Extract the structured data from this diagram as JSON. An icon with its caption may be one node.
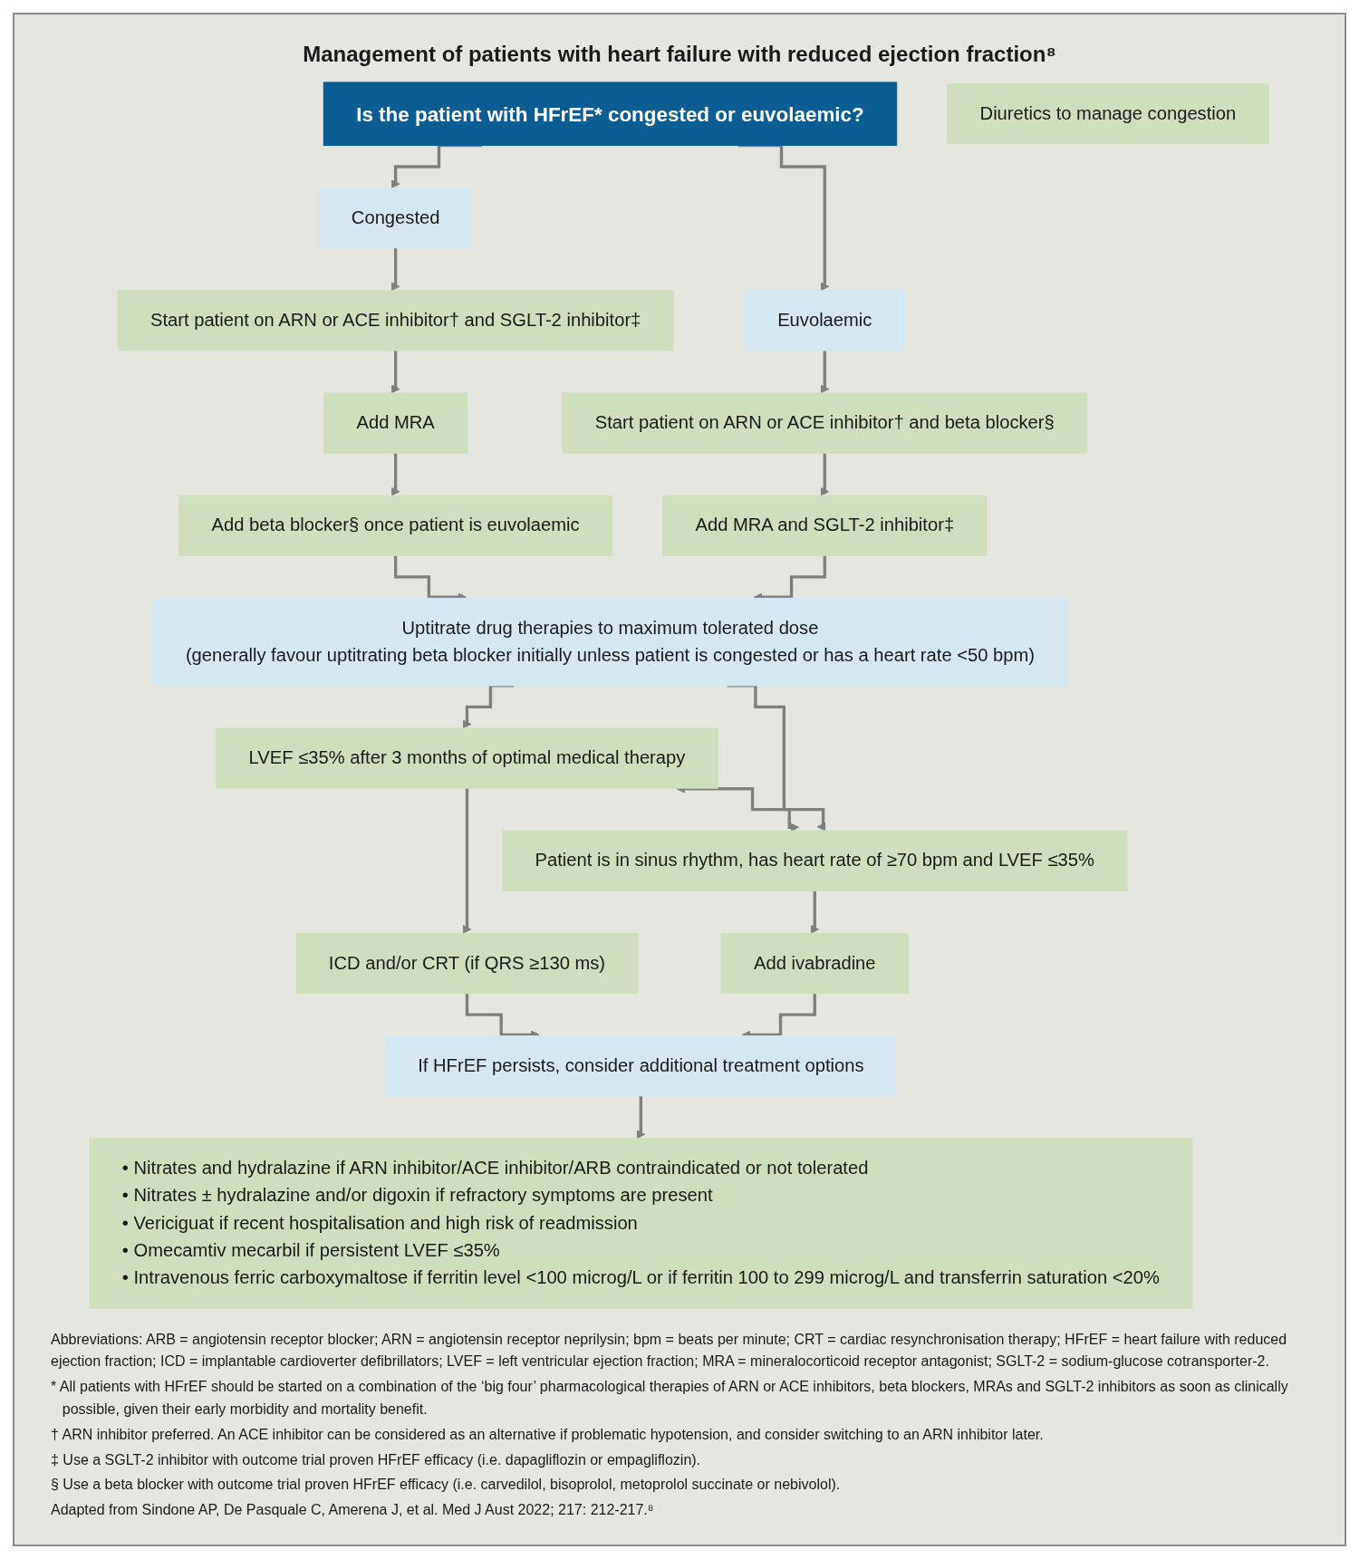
{
  "diagram": {
    "title": "Management of patients with heart failure with reduced ejection fraction⁸",
    "nodes": [
      {
        "text": [
          "Is the patient with HFrEF* congested or euvolaemic?"
        ]
      },
      {
        "text": [
          "Congested"
        ]
      },
      {
        "text": [
          "Euvolaemic"
        ]
      },
      {
        "text": [
          "Start patient on ARN or ACE inhibitor† and SGLT-2 inhibitor‡"
        ]
      },
      {
        "text": [
          "Start patient on ARN or ACE inhibitor† and beta blocker§"
        ]
      },
      {
        "text": [
          "Add MRA"
        ]
      },
      {
        "text": [
          "Add MRA and SGLT-2 inhibitor‡"
        ]
      },
      {
        "text": [
          "Add beta blocker§ once patient is euvolaemic"
        ]
      },
      {
        "text": [
          "Uptitrate drug therapies to maximum tolerated dose",
          "(generally favour uptitrating beta blocker initially unless patient is congested or has a heart rate <50 bpm)"
        ]
      },
      {
        "text": [
          "LVEF ≤35% after 3 months of optimal medical therapy"
        ]
      },
      {
        "text": [
          "Patient is in sinus rhythm, has heart rate of ≥70 bpm and LVEF ≤35%"
        ]
      },
      {
        "text": [
          "ICD and/or CRT (if QRS ≥130 ms)"
        ]
      },
      {
        "text": [
          "Add ivabradine"
        ]
      },
      {
        "text": [
          "If HFrEF persists, consider additional treatment options"
        ]
      },
      {
        "text": [
          "• Nitrates and hydralazine if ARN inhibitor/ACE inhibitor/ARB contraindicated or not tolerated",
          "• Nitrates ± hydralazine and/or digoxin if refractory symptoms are present",
          "• Vericiguat if recent hospitalisation and high risk of readmission",
          "• Omecamtiv mecarbil if persistent LVEF ≤35%",
          "• Intravenous ferric carboxymaltose if ferritin level <100 microg/L or if ferritin 100 to 299 microg/L and transferrin saturation <20%"
        ]
      },
      {
        "text": [
          "Diuretics to manage congestion"
        ]
      }
    ],
    "edges": [
      {
        "from": 0,
        "to": 1,
        "arrow": "to"
      },
      {
        "from": 0,
        "to": 2,
        "arrow": "to"
      },
      {
        "from": 1,
        "to": 3,
        "arrow": "to"
      },
      {
        "from": 2,
        "to": 4,
        "arrow": "to"
      },
      {
        "from": 3,
        "to": 5,
        "arrow": "to"
      },
      {
        "from": 4,
        "to": 6,
        "arrow": "to"
      },
      {
        "from": 5,
        "to": 7,
        "arrow": "to"
      },
      {
        "from": 7,
        "to": 8,
        "arrow": "to"
      },
      {
        "from": 6,
        "to": 8,
        "arrow": "to"
      },
      {
        "from": 8,
        "to": 9,
        "arrow": "to"
      },
      {
        "from": 8,
        "to": 10,
        "arrow": "to"
      },
      {
        "from": 9,
        "to": 10,
        "arrow": "both"
      },
      {
        "from": 9,
        "to": 11,
        "arrow": "to"
      },
      {
        "from": 10,
        "to": 12,
        "arrow": "to"
      },
      {
        "from": 11,
        "to": 13,
        "arrow": "to"
      },
      {
        "from": 12,
        "to": 13,
        "arrow": "to"
      },
      {
        "from": 13,
        "to": 14,
        "arrow": "to"
      }
    ],
    "labels": [
      "Abbreviations: ARB = angiotensin receptor blocker; ARN = angiotensin receptor neprilysin; bpm = beats per minute; CRT = cardiac resynchronisation therapy; HFrEF = heart failure with reduced ejection fraction; ICD = implantable cardioverter defibrillators; LVEF = left ventricular ejection fraction; MRA = mineralocorticoid receptor antagonist; SGLT-2 = sodium-glucose cotransporter-2.",
      "* All patients with HFrEF should be started on a combination of the ‘big four’ pharmacological therapies of ARN or ACE inhibitors, beta blockers, MRAs and SGLT-2 inhibitors as soon as clinically possible, given their early morbidity and mortality benefit.",
      "† ARN inhibitor preferred. An ACE inhibitor can be considered as an alternative if problematic hypotension, and consider switching to an ARN inhibitor later.",
      "‡ Use a SGLT-2 inhibitor with outcome trial proven HFrEF efficacy (i.e. dapagliflozin or empagliflozin).",
      "§ Use a beta blocker with outcome trial proven HFrEF efficacy (i.e. carvedilol, bisoprolol, metoprolol succinate or nebivolol)."
    ],
    "caption": "Adapted from Sindone AP, De Pasquale C, Amerena J, et al. Med J Aust 2022; 217: 212-217.⁸"
  }
}
